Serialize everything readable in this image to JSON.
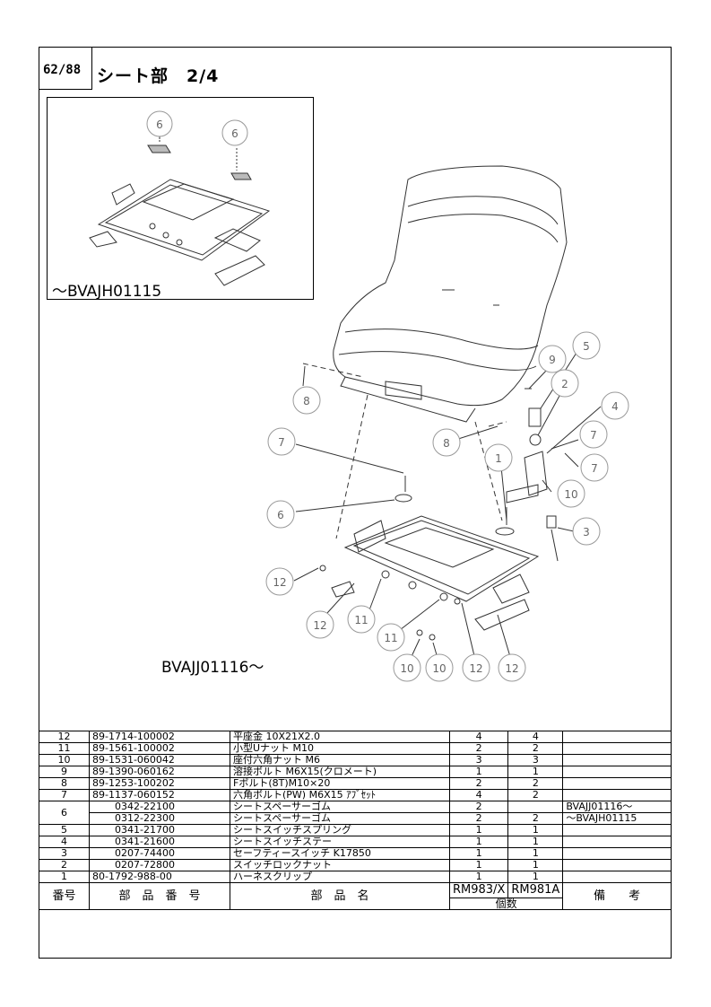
{
  "header": {
    "page_number": "62/88",
    "title": "シート部　2/4"
  },
  "labels": {
    "inset_serial": "～BVAJH01115",
    "main_serial": "BVAJJ01116～"
  },
  "callouts": {
    "inset": [
      "6",
      "6"
    ],
    "main": [
      "9",
      "5",
      "2",
      "4",
      "7",
      "7",
      "8",
      "8",
      "1",
      "10",
      "3",
      "7",
      "6",
      "12",
      "12",
      "11",
      "11",
      "10",
      "10",
      "12",
      "12"
    ]
  },
  "table": {
    "headers": {
      "no": "番号",
      "code": "部　品　番　号",
      "name": "部　品　名",
      "model1": "RM983/X",
      "model2": "RM981A",
      "qty": "個数",
      "note": "備　　考"
    },
    "rows": [
      {
        "no": "12",
        "code": "89-1714-100002",
        "name": "平座金 10X21X2.0",
        "q1": "4",
        "q2": "4",
        "note": ""
      },
      {
        "no": "11",
        "code": "89-1561-100002",
        "name": "小型Uナット M10",
        "q1": "2",
        "q2": "2",
        "note": ""
      },
      {
        "no": "10",
        "code": "89-1531-060042",
        "name": "座付六角ナット M6",
        "q1": "3",
        "q2": "3",
        "note": ""
      },
      {
        "no": "9",
        "code": "89-1390-060162",
        "name": "溶接ボルト M6X15(クロメート)",
        "q1": "1",
        "q2": "1",
        "note": ""
      },
      {
        "no": "8",
        "code": "89-1253-100202",
        "name": "Fボルト(8T)M10×20",
        "q1": "2",
        "q2": "2",
        "note": ""
      },
      {
        "no": "7",
        "code": "89-1137-060152",
        "name": "六角ボルト(PW) M6X15 ｱﾌﾞｾｯﾄ",
        "q1": "4",
        "q2": "2",
        "note": ""
      }
    ],
    "row6": {
      "no": "6",
      "a": {
        "code": "0342-22100",
        "name": "シートスペーサーゴム",
        "q1": "2",
        "q2": "",
        "note": "BVAJJ01116～"
      },
      "b": {
        "code": "0312-22300",
        "name": "シートスペーサーゴム",
        "q1": "2",
        "q2": "2",
        "note": "～BVAJH01115"
      }
    },
    "rows_tail": [
      {
        "no": "5",
        "code": "0341-21700",
        "name": "シートスイッチスプリング",
        "q1": "1",
        "q2": "1",
        "note": ""
      },
      {
        "no": "4",
        "code": "0341-21600",
        "name": "シートスイッチステー",
        "q1": "1",
        "q2": "1",
        "note": ""
      },
      {
        "no": "3",
        "code": "0207-74400",
        "name": "セーフティースイッチ K17850",
        "q1": "1",
        "q2": "1",
        "note": ""
      },
      {
        "no": "2",
        "code": "0207-72800",
        "name": "スイッチロックナット",
        "q1": "1",
        "q2": "1",
        "note": ""
      },
      {
        "no": "1",
        "code": "80-1792-988-00",
        "name": "ハーネスクリップ",
        "q1": "1",
        "q2": "1",
        "note": ""
      }
    ]
  }
}
